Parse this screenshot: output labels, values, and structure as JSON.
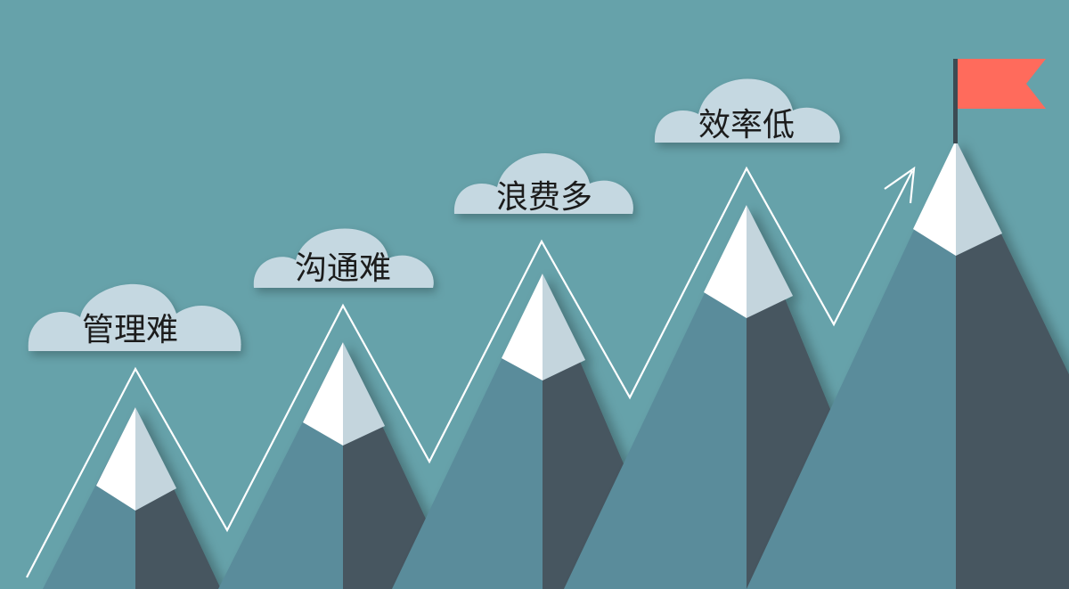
{
  "colors": {
    "background": "#66a2aa",
    "mountain_light": "#5a8c9b",
    "mountain_dark": "#475760",
    "snow_light": "#ffffff",
    "snow_shadow": "#c4d5dd",
    "cloud": "#c5d8e1",
    "cloud_top": "#b9ccd6",
    "trail_line": "#ffffff",
    "flag": "#ff6b5c",
    "flag_pole": "#3c4b53"
  },
  "clouds": [
    {
      "label": "管理难"
    },
    {
      "label": "沟通难"
    },
    {
      "label": "浪费多"
    },
    {
      "label": "效率低"
    }
  ],
  "icons": {
    "summit_flag": "flag-icon",
    "trail_arrow": "arrow-up-right-icon"
  }
}
